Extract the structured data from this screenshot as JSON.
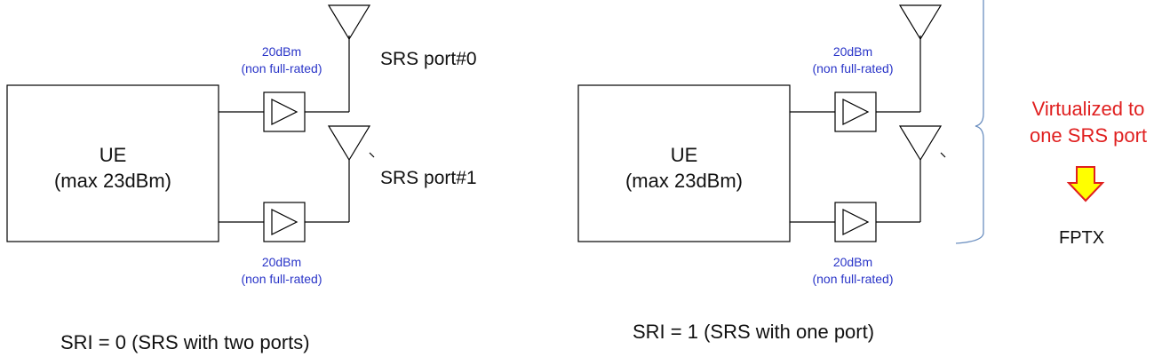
{
  "left": {
    "ue_name": "UE",
    "ue_power": "(max 23dBm)",
    "port0": "SRS port#0",
    "port1": "SRS port#1",
    "pa_top": {
      "power": "20dBm",
      "rating": "(non full-rated)"
    },
    "pa_bottom": {
      "power": "20dBm",
      "rating": "(non full-rated)"
    },
    "caption": "SRI = 0 (SRS with two ports)"
  },
  "right": {
    "ue_name": "UE",
    "ue_power": "(max 23dBm)",
    "pa_top": {
      "power": "20dBm",
      "rating": "(non full-rated)"
    },
    "pa_bottom": {
      "power": "20dBm",
      "rating": "(non full-rated)"
    },
    "virtualized_line1": "Virtualized to",
    "virtualized_line2": "one SRS port",
    "fptx": "FPTX",
    "caption": "SRI = 1 (SRS with one port)"
  },
  "colors": {
    "power_label": "#2a35c8",
    "virtualized_text": "#e02020",
    "arrow_fill": "#ffff00",
    "arrow_stroke": "#e02020",
    "brace": "#6b8fc0"
  }
}
